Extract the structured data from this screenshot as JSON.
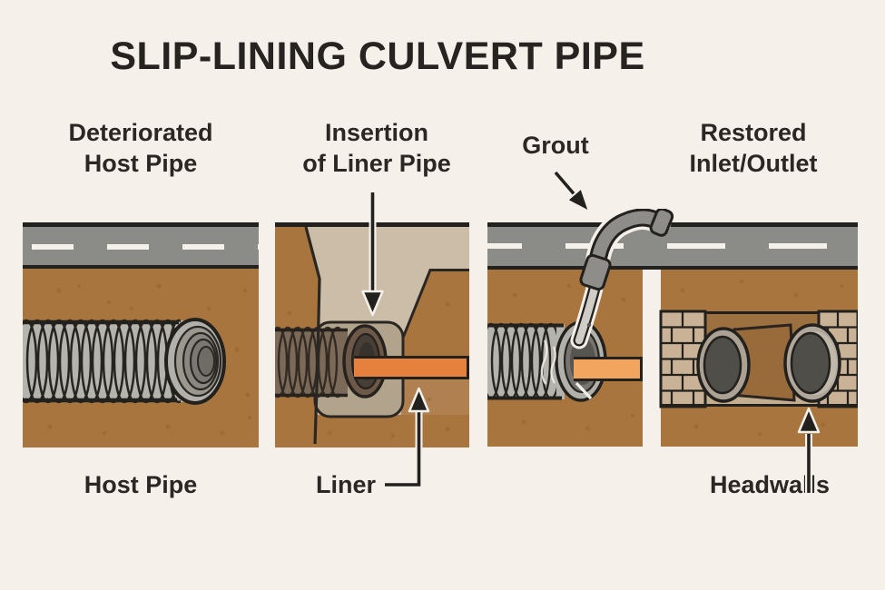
{
  "title": "SLIP-LINING CULVERT PIPE",
  "stage_labels": [
    {
      "line1": "Deteriorated",
      "line2": "Host Pipe"
    },
    {
      "line1": "Insertion",
      "line2": "of Liner Pipe"
    },
    {
      "line1": "Grout",
      "line2": ""
    },
    {
      "line1": "Restored",
      "line2": "Inlet/Outlet"
    }
  ],
  "part_labels": {
    "host_pipe": "Host Pipe",
    "liner": "Liner",
    "headwalls": "Headwalls"
  },
  "colors": {
    "background": "#f5f1ea",
    "ink": "#23211e",
    "road": "#8b8b88",
    "road_dash": "#f4f1ea",
    "soil": "#a9753e",
    "soil_light": "#b08050",
    "excavation_pit": "#cbbda8",
    "trench": "#b2a38c",
    "host_pipe_gray": "#b5b3ad",
    "host_pipe_brown": "#7b6a57",
    "liner_orange": "#e6813d",
    "liner_orange_light": "#f2a55e",
    "grout_hose_gray": "#8f8d89",
    "grout_hose_light": "#d0cdc7",
    "brick": "#c9b295",
    "recess_brown": "#9d7040",
    "apron_tan": "#c3ae8f"
  }
}
